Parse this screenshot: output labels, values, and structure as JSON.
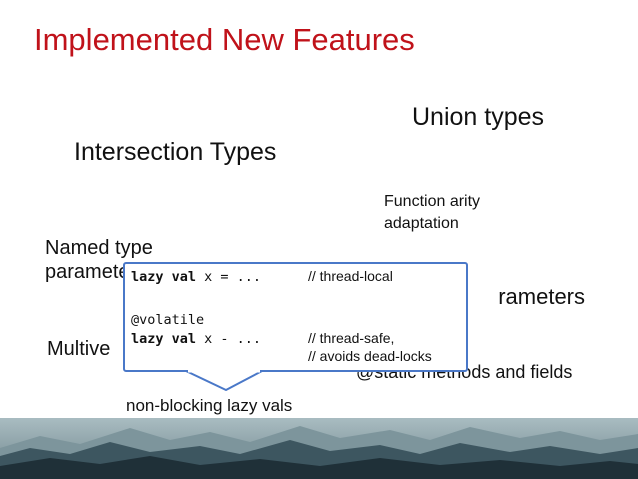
{
  "slide": {
    "title": "Implemented New Features",
    "items": {
      "union_types": "Union types",
      "intersection_types": "Intersection Types",
      "function_arity": "Function arity adaptation",
      "named_type_params": "Named type parameters",
      "type_params_fragment": "rameters",
      "multiversal_fragment": "Multive",
      "static_fragment": "@static methods and fields",
      "lazy_vals": "non-blocking lazy vals"
    },
    "callout": {
      "line1_kw": "lazy val",
      "line1_code": " x = ...",
      "line1_comment": "// thread-local",
      "annotation": "@volatile",
      "line2_kw": "lazy val",
      "line2_code": " x - ...",
      "line2_comment": "// thread-safe,",
      "line3_comment": "// avoids dead-locks"
    }
  },
  "colors": {
    "title": "#c0121a",
    "callout_border": "#4a78c8",
    "mountains_dark": "#1f3038",
    "mountains_mid": "#3d5660",
    "mountains_light": "#7d959c"
  }
}
